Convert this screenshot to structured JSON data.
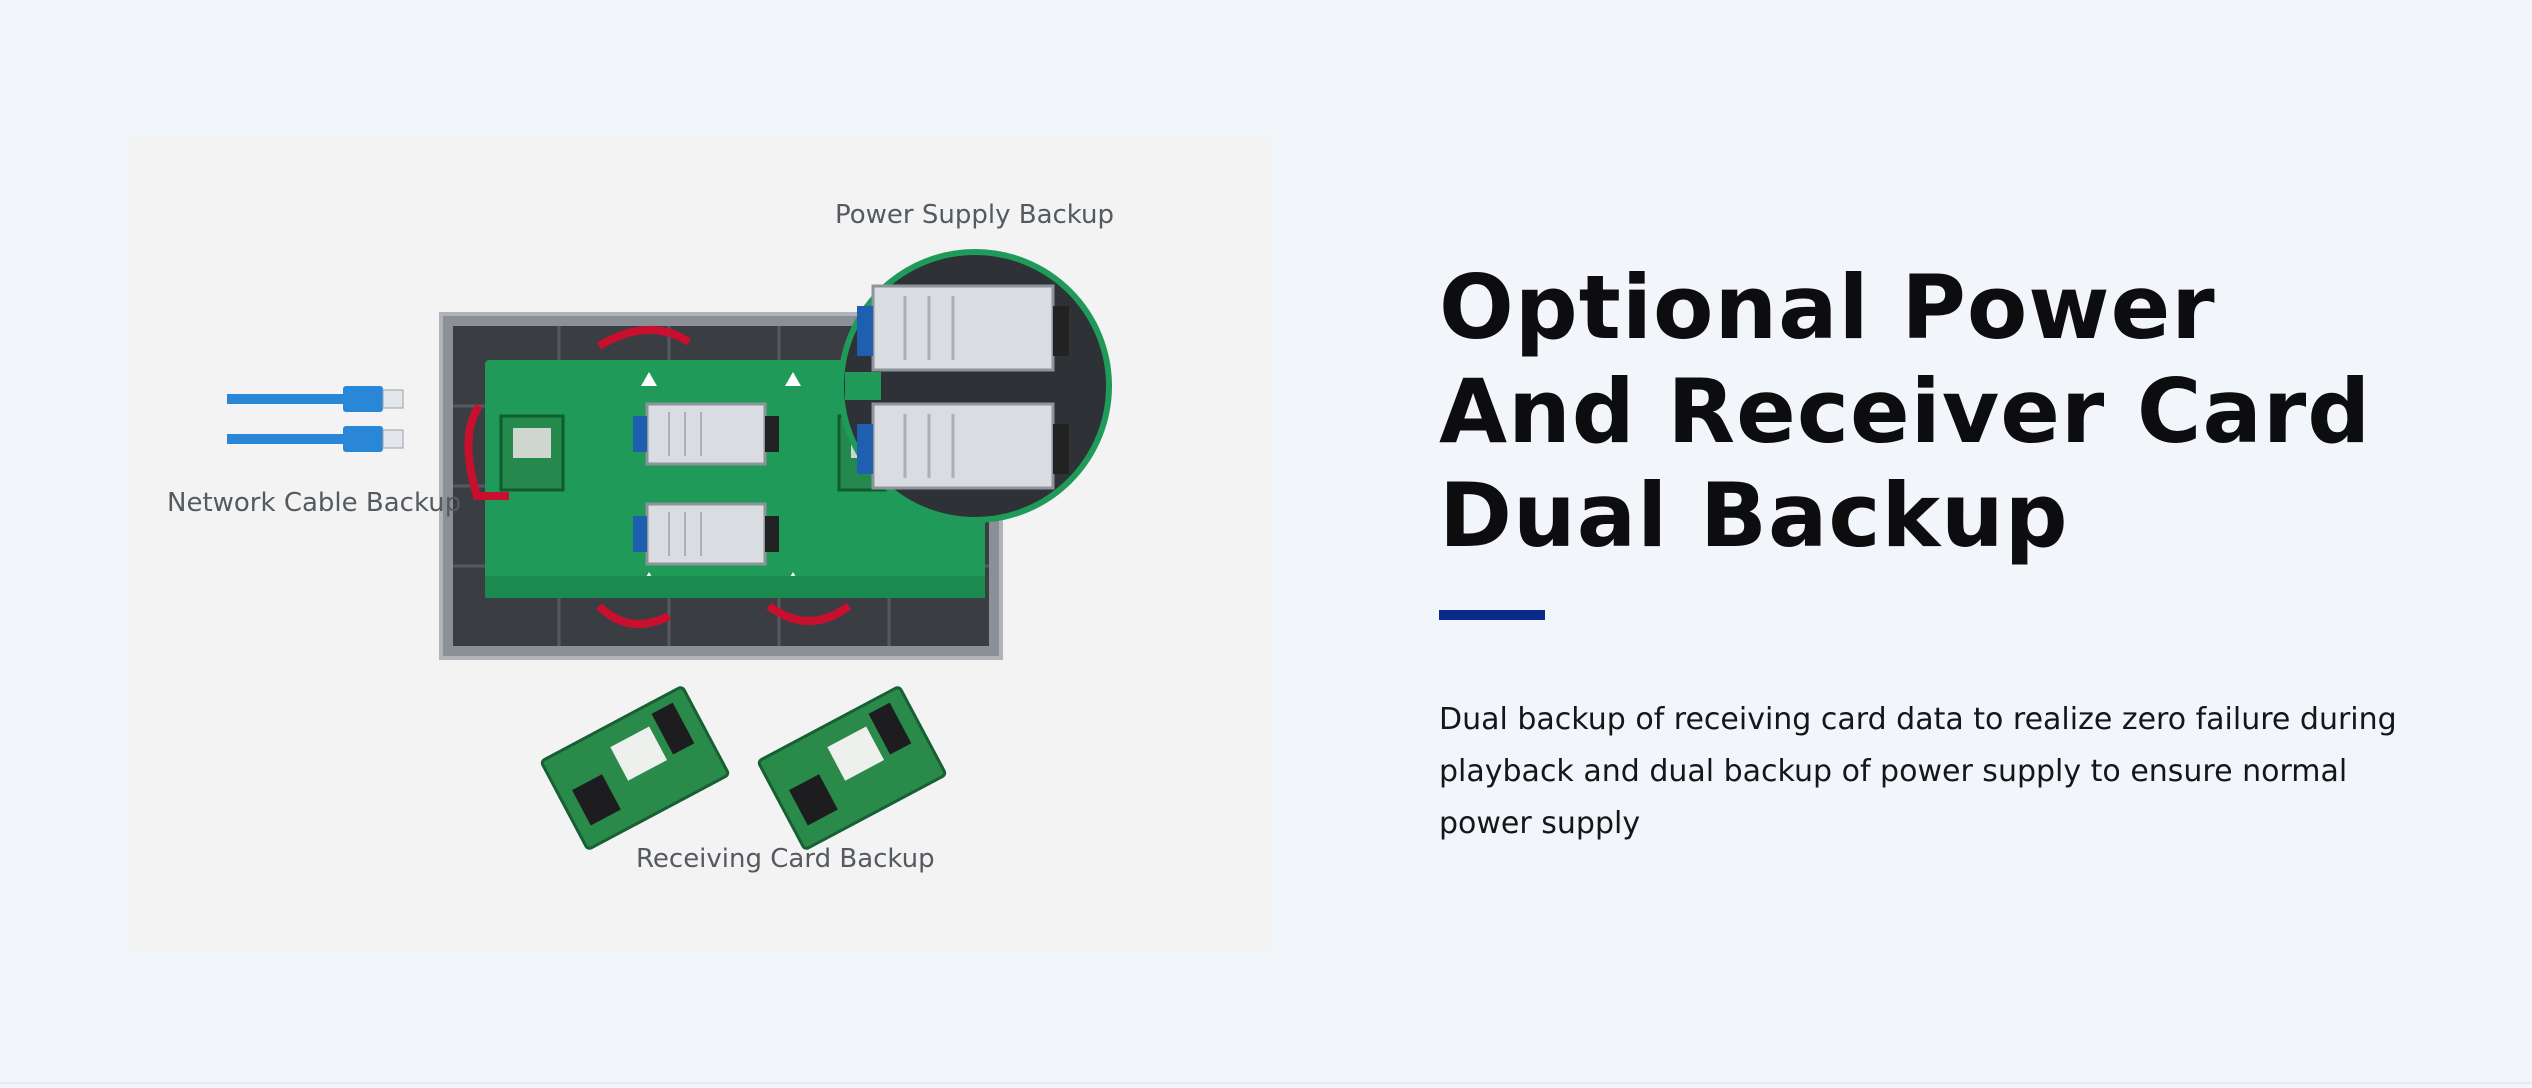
{
  "feature": {
    "title": "Optional Power And Receiver Card Dual Backup",
    "description": "Dual backup of receiving card data to realize zero failure during playback and dual backup of power supply to ensure normal power supply",
    "accent_color": "#0a2a8c"
  },
  "illustration": {
    "labels": {
      "power_supply": "Power Supply Backup",
      "network_cable": "Network Cable Backup",
      "receiving_card": "Receiving Card Backup"
    },
    "colors": {
      "pcb_green": "#1f9a58",
      "cable_blue": "#2a86d6",
      "psu_silver": "#d9dde1",
      "wire_red": "#c8102e",
      "frame_dark": "#3a3d42"
    }
  }
}
